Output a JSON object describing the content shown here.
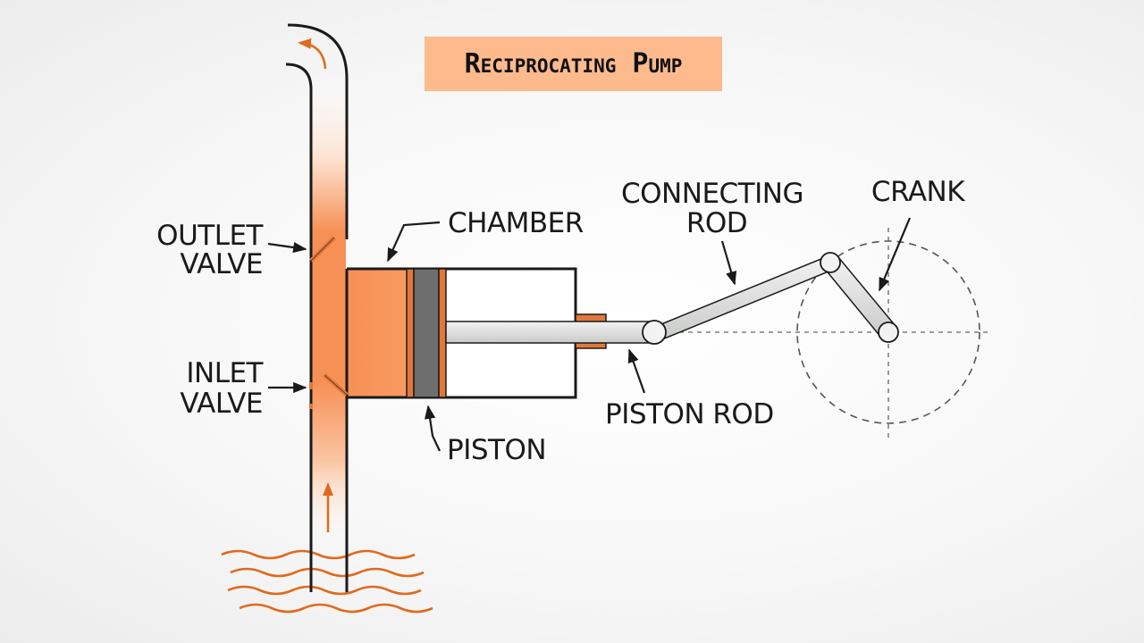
{
  "title": "Reciprocating Pump",
  "labels": {
    "outlet_valve": [
      "OUTLET",
      "VALVE"
    ],
    "inlet_valve": [
      "INLET",
      "VALVE"
    ],
    "chamber": "CHAMBER",
    "piston": "PISTON",
    "piston_rod": "PISTON ROD",
    "connecting_rod": [
      "CONNECTING",
      "ROD"
    ],
    "crank": "CRANK"
  },
  "colors": {
    "fluid": "#f79055",
    "accent": "#e06a1b",
    "title_bg": "#fdba8c",
    "outline": "#1a1a1a",
    "metal": "#d6d8d6"
  }
}
